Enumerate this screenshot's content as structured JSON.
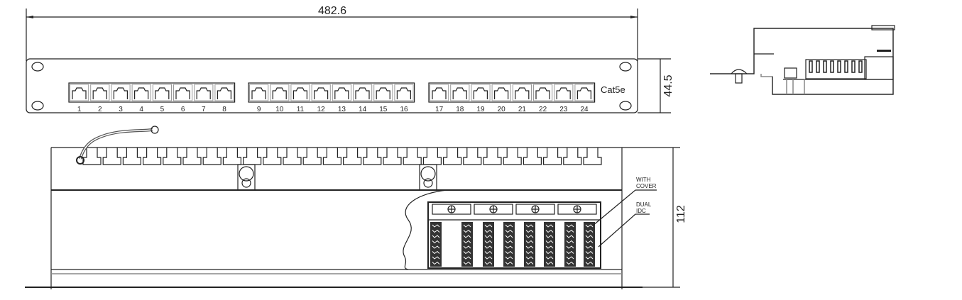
{
  "dimensions": {
    "width": "482.6",
    "height_front": "44.5",
    "depth": "112"
  },
  "front_panel": {
    "category_label": "Cat5e",
    "port_groups": [
      [
        "1",
        "2",
        "3",
        "4",
        "5",
        "6",
        "7",
        "8"
      ],
      [
        "9",
        "10",
        "11",
        "12",
        "13",
        "14",
        "15",
        "16"
      ],
      [
        "17",
        "18",
        "19",
        "20",
        "21",
        "22",
        "23",
        "24"
      ]
    ]
  },
  "callouts": {
    "cover_line1": "WITH",
    "cover_line2": "COVER",
    "idc_line1": "DUAL",
    "idc_line2": "IDC"
  },
  "colors": {
    "line": "#222222",
    "shade": "#888888"
  }
}
